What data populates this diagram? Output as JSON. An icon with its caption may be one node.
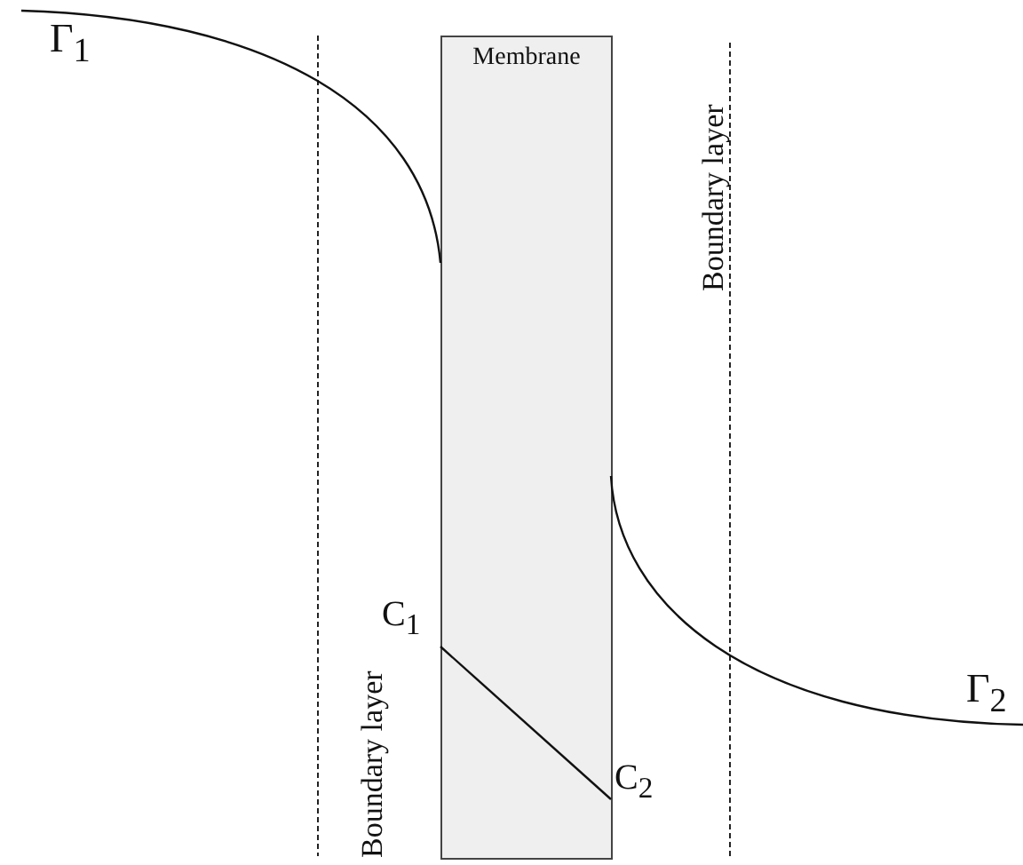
{
  "diagram": {
    "nodes": [
      {
        "text": [
          "Membrane"
        ]
      }
    ],
    "labels": [
      "Γ$_{1}$",
      "Boundary layer",
      "C$_{1}$",
      "C$_{2}$",
      "Γ$_{2}$",
      "Boundary layer"
    ]
  }
}
